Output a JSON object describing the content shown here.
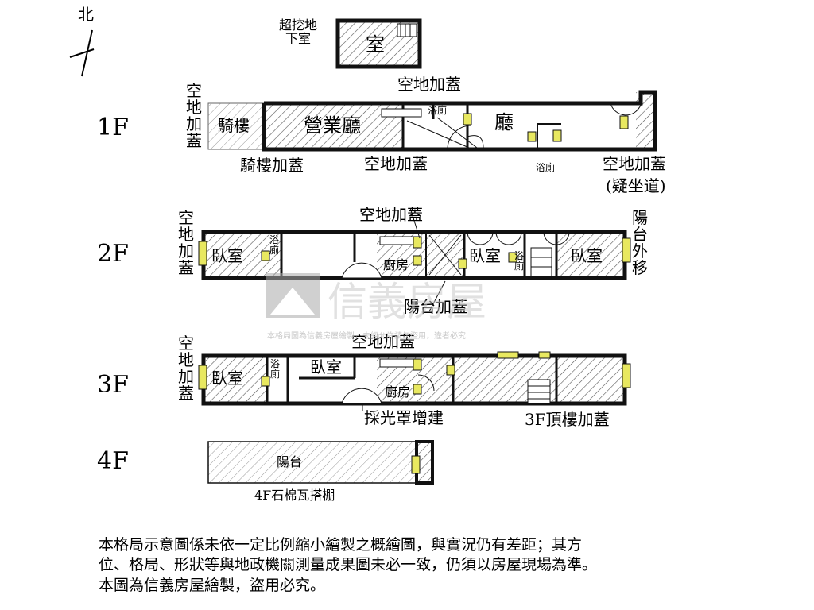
{
  "compass": {
    "north_label": "北"
  },
  "floors": {
    "basement": {
      "name": "超挖地下室",
      "room": "室"
    },
    "f1": {
      "name": "1F",
      "labels": {
        "left_side": "空地加蓋",
        "arcade": "騎樓",
        "business_hall": "營業廳",
        "hall": "廳",
        "top_addition": "空地加蓋",
        "bath_top": "浴廁",
        "bath_bottom": "浴廁",
        "arcade_addition": "騎樓加蓋",
        "bottom_addition": "空地加蓋",
        "right_addition": "空地加蓋",
        "right_addition_note": "(疑坐道)"
      }
    },
    "f2": {
      "name": "2F",
      "labels": {
        "left_side": "空地加蓋",
        "top_addition": "空地加蓋",
        "bedroom_left": "臥室",
        "bath_left": "浴廁",
        "kitchen": "廚房",
        "bedroom_mid": "臥室",
        "bath_mid": "浴廁",
        "bedroom_right": "臥室",
        "right_side": "陽台外移",
        "bottom_balcony": "陽台加蓋"
      }
    },
    "f3": {
      "name": "3F",
      "labels": {
        "left_side": "空地加蓋",
        "top_addition": "空地加蓋",
        "bedroom_left": "臥室",
        "bath": "浴廁",
        "bedroom_mid": "臥室",
        "kitchen": "廚房",
        "skylight": "採光罩增建",
        "rooftop": "3F頂樓加蓋"
      }
    },
    "f4": {
      "name": "4F",
      "labels": {
        "balcony": "陽台",
        "shed": "4F石棉瓦搭棚"
      }
    }
  },
  "watermark": {
    "brand": "信義房屋",
    "note": "本格局圖為信義房屋繪製，未經允許請勿盜用，違者必究"
  },
  "notes": [
    "本格局示意圖係未依一定比例縮小繪製之概繪圖，與實況仍有差距；其方",
    "位、格局、形狀等與地政機關測量成果圖未必一致，仍須以房屋現場為準。",
    "本圖為信義房屋繪製，盜用必究。"
  ],
  "colors": {
    "wall": "#111111",
    "window": "#e8e860",
    "hatch": "#555555"
  }
}
